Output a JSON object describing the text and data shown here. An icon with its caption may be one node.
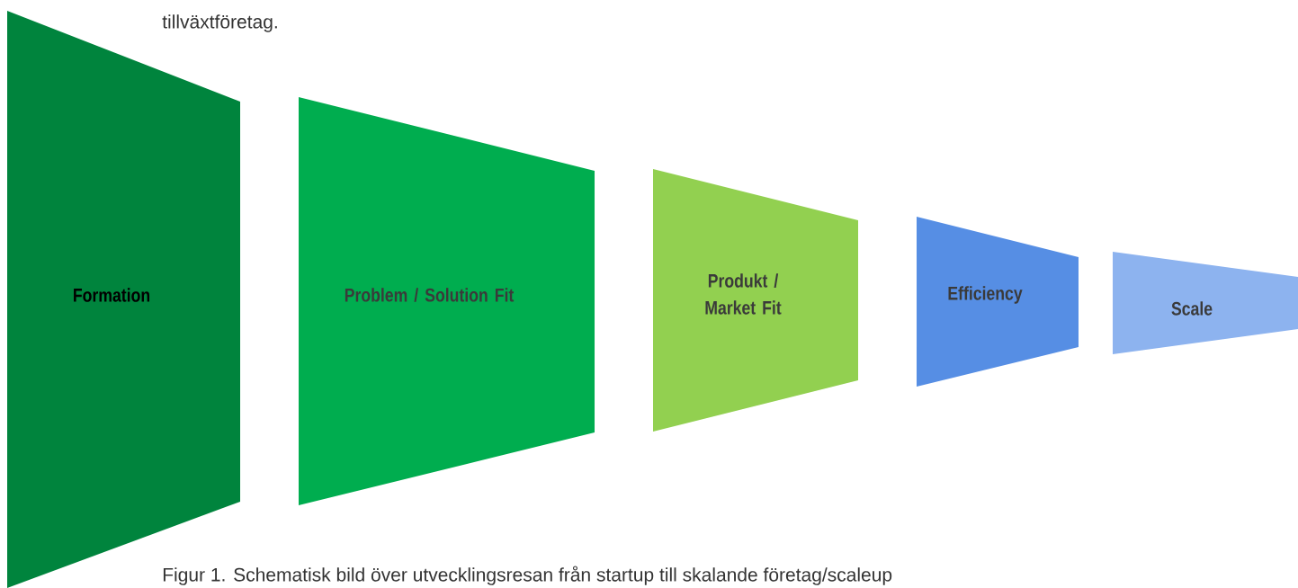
{
  "diagram": {
    "caption": "Figur 1. Schematisk bild över utvecklingsresan från startup till skalande företag/scaleup",
    "nodes": [
      {
        "text": [
          "Formation"
        ]
      },
      {
        "text": [
          "Problem / Solution Fit"
        ]
      },
      {
        "text": [
          "Produkt / Market Fit"
        ]
      },
      {
        "text": [
          "Efficiency"
        ]
      },
      {
        "text": [
          "Scale"
        ]
      }
    ],
    "labels": [
      "tillväxtföretag."
    ]
  }
}
